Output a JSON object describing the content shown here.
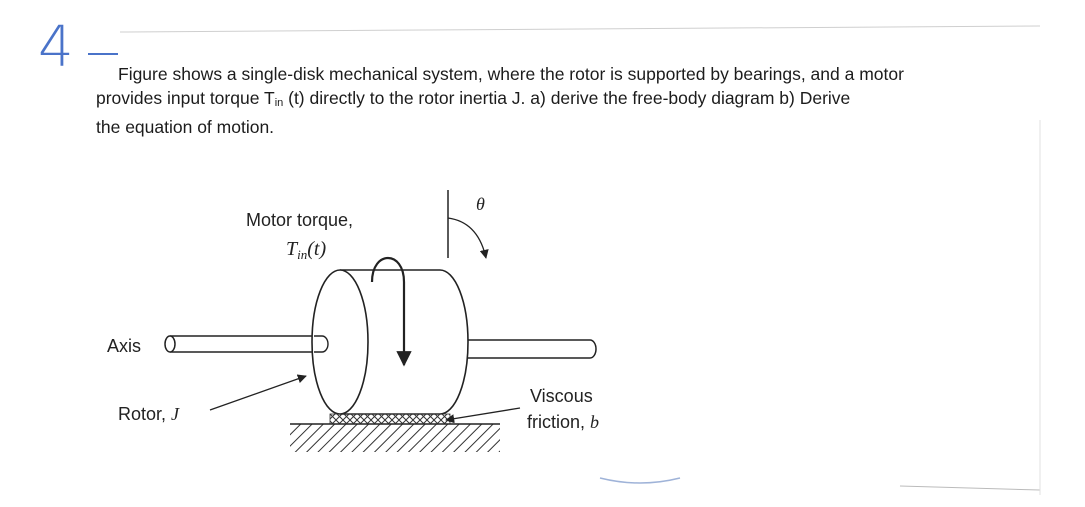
{
  "question": {
    "number": "4",
    "text_line1": "Figure shows a single-disk mechanical system, where the rotor is supported by bearings, and a motor",
    "text_line2_a": "provides input torque T",
    "text_line2_sub": "in",
    "text_line2_b": " (t) directly to the rotor inertia J. a) derive the free-body diagram b) Derive",
    "text_line3": "the equation of motion."
  },
  "figure": {
    "motor_torque_label": "Motor torque,",
    "torque_symbol": "T",
    "torque_sub": "in",
    "torque_arg": "(t)",
    "theta_label": "θ",
    "axis_label": "Axis",
    "rotor_label": "Rotor, ",
    "rotor_symbol": "J",
    "friction_label_1": "Viscous",
    "friction_label_2": "friction, ",
    "friction_symbol": "b"
  }
}
